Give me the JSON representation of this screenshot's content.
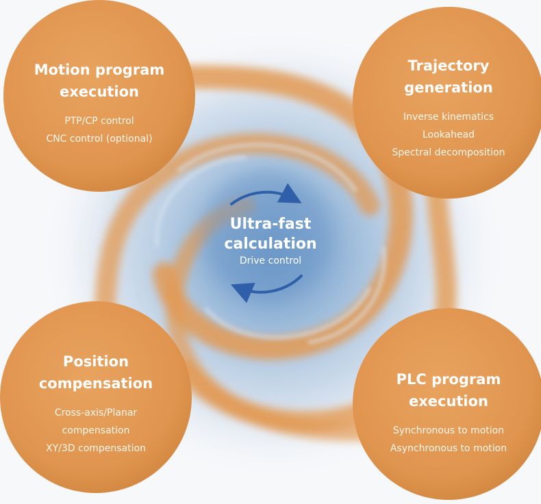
{
  "colors": {
    "orange": "#e39a53",
    "orange_dark": "#d2843d",
    "swirl_blue": "#7aa3cc",
    "arrow_blue": "#2f5fa8",
    "background": "#f7f8fa"
  },
  "center": {
    "title": "Ultra-fast calculation",
    "title_lines": [
      "Ultra-fast",
      "calculation"
    ],
    "subtitle": "Drive control"
  },
  "nodes": [
    {
      "id": "motion",
      "title_lines": [
        "Motion program",
        "execution"
      ],
      "items": [
        "PTP/CP control",
        "CNC control (optional)"
      ]
    },
    {
      "id": "trajectory",
      "title_lines": [
        "Trajectory",
        "generation"
      ],
      "items": [
        "Inverse kinematics",
        "Lookahead",
        "Spectral decomposition"
      ]
    },
    {
      "id": "position",
      "title_lines": [
        "Position",
        "compensation"
      ],
      "items": [
        "Cross-axis/Planar",
        "compensation",
        "XY/3D compensation"
      ]
    },
    {
      "id": "plc",
      "title_lines": [
        "PLC program",
        "execution"
      ],
      "items": [
        "Synchronous to motion",
        "Asynchronous to motion"
      ]
    }
  ]
}
